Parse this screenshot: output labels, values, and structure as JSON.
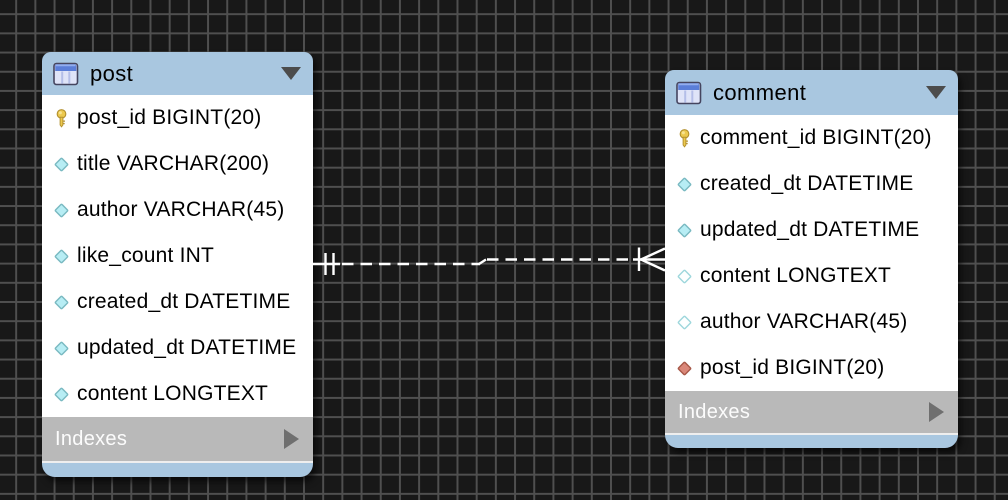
{
  "diagram": {
    "kind": "eer-diagram",
    "colors": {
      "canvas_bg": "#181818",
      "grid_line": "#4f4f4f",
      "table_header": "#a9c7e0",
      "table_body": "#ffffff",
      "indexes_bar": "#b9b9b9",
      "indexes_text": "#fcfcfc",
      "relationship_line": "#ffffff",
      "key_icon": "#ecc94f",
      "not_null_diamond": "#b7edf4",
      "nullable_diamond": "#ffffff",
      "foreign_key_diamond": "#da8779"
    },
    "icons": {
      "header": "table-icon",
      "primary_key": "key-icon",
      "not_null": "filled-diamond-icon",
      "nullable": "hollow-diamond-icon",
      "foreign_key": "red-diamond-icon",
      "collapse": "triangle-down-icon",
      "expand": "triangle-right-icon"
    }
  },
  "tables": [
    {
      "title": "post",
      "footer_label": "Indexes",
      "columns": [
        {
          "name": "post_id",
          "type": "BIGINT(20)",
          "icon": "key-icon",
          "flag": "primary-key"
        },
        {
          "name": "title",
          "type": "VARCHAR(200)",
          "icon": "filled-diamond-icon",
          "flag": "not-null"
        },
        {
          "name": "author",
          "type": "VARCHAR(45)",
          "icon": "filled-diamond-icon",
          "flag": "not-null"
        },
        {
          "name": "like_count",
          "type": "INT",
          "icon": "filled-diamond-icon",
          "flag": "not-null"
        },
        {
          "name": "created_dt",
          "type": "DATETIME",
          "icon": "filled-diamond-icon",
          "flag": "not-null"
        },
        {
          "name": "updated_dt",
          "type": "DATETIME",
          "icon": "filled-diamond-icon",
          "flag": "not-null"
        },
        {
          "name": "content",
          "type": "LONGTEXT",
          "icon": "filled-diamond-icon",
          "flag": "not-null"
        }
      ]
    },
    {
      "title": "comment",
      "footer_label": "Indexes",
      "columns": [
        {
          "name": "comment_id",
          "type": "BIGINT(20)",
          "icon": "key-icon",
          "flag": "primary-key"
        },
        {
          "name": "created_dt",
          "type": "DATETIME",
          "icon": "filled-diamond-icon",
          "flag": "not-null"
        },
        {
          "name": "updated_dt",
          "type": "DATETIME",
          "icon": "filled-diamond-icon",
          "flag": "not-null"
        },
        {
          "name": "content",
          "type": "LONGTEXT",
          "icon": "hollow-diamond-icon",
          "flag": "nullable"
        },
        {
          "name": "author",
          "type": "VARCHAR(45)",
          "icon": "hollow-diamond-icon",
          "flag": "nullable"
        },
        {
          "name": "post_id",
          "type": "BIGINT(20)",
          "icon": "red-diamond-icon",
          "flag": "foreign-key"
        }
      ]
    }
  ],
  "relationship": {
    "from_table": "post",
    "to_table": "comment",
    "cardinality": "one-to-many",
    "line_style": "dashed",
    "identifying": false
  }
}
